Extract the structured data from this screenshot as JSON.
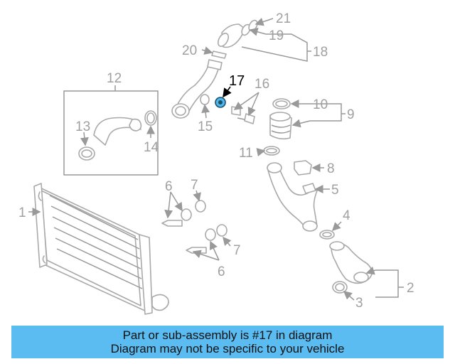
{
  "callouts": {
    "c1": "1",
    "c2": "2",
    "c3": "3",
    "c4": "4",
    "c5": "5",
    "c6a": "6",
    "c6b": "6",
    "c7a": "7",
    "c7b": "7",
    "c8": "8",
    "c9": "9",
    "c10": "10",
    "c11": "11",
    "c12": "12",
    "c13": "13",
    "c14": "14",
    "c15": "15",
    "c16": "16",
    "c17": "17",
    "c18": "18",
    "c19": "19",
    "c20": "20",
    "c21": "21"
  },
  "highlight_color": "#4fb8e8",
  "banner": {
    "line1": "Part or sub-assembly is #17 in diagram",
    "line2": "Diagram may not be specific to your vehicle",
    "color": "#5bbcf2"
  }
}
